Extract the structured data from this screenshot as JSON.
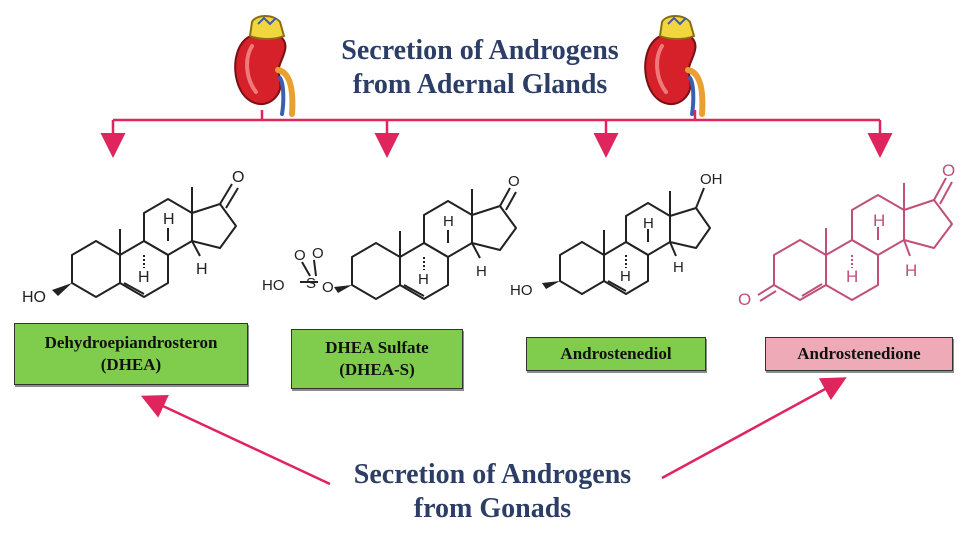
{
  "top_title": "Secretion of Androgens\nfrom Adernal Glands",
  "bottom_title": "Secretion of Androgens\nfrom Gonads",
  "compounds": [
    {
      "label": "Dehydroepiandrosteron\n(DHEA)",
      "box_color": "#80cc4c"
    },
    {
      "label": "DHEA Sulfate\n(DHEA-S)",
      "box_color": "#80cc4c"
    },
    {
      "label": "Androstenediol",
      "box_color": "#80cc4c"
    },
    {
      "label": "Androstenedione",
      "box_color": "#eeaab6"
    }
  ],
  "structure_labels": {
    "oxo": "O",
    "hydroxyl": "HO",
    "oh": "OH",
    "hydrogen": "H",
    "sulfo_o": "O",
    "sulfo_s": "S",
    "sulfo_ho": "HO"
  },
  "colors": {
    "arrow": "#e0245e",
    "title": "#2c3e66",
    "structure": "#222222",
    "structure_highlight": "#c0507a"
  },
  "icons": [
    "adrenal-gland-kidney-icon",
    "adrenal-gland-kidney-icon"
  ]
}
